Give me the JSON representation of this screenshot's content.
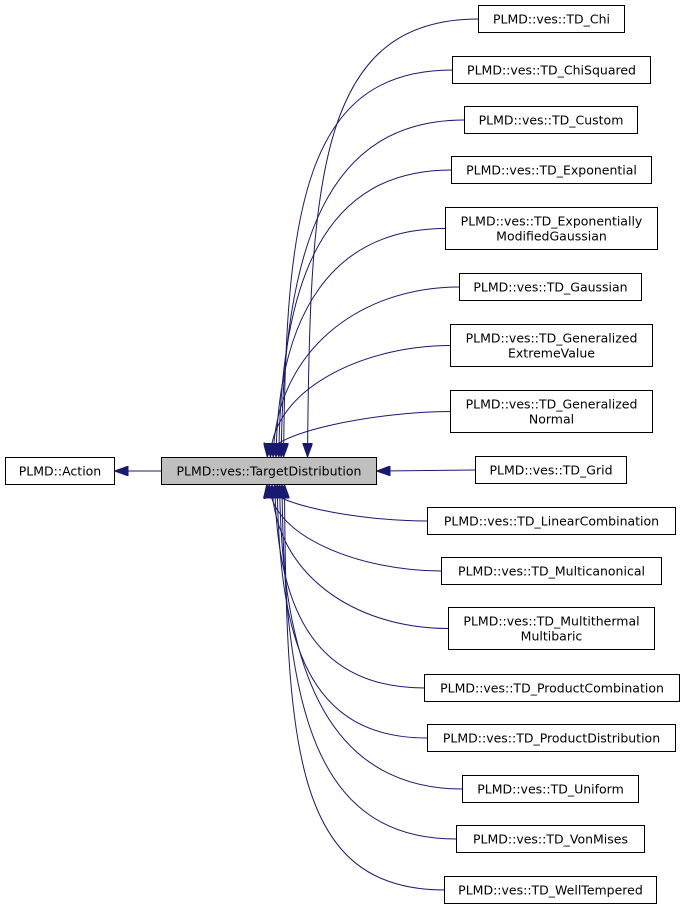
{
  "colors": {
    "edge": "#191970",
    "node_border": "#000000",
    "node_fill": "#ffffff",
    "focus_fill": "#bfbfbf"
  },
  "diagram": {
    "base": {
      "id": "action",
      "lines": [
        "PLMD::Action"
      ]
    },
    "focus": {
      "id": "targetdistribution",
      "lines": [
        "PLMD::ves::TargetDistribution"
      ]
    },
    "derived": [
      {
        "id": "td-chi",
        "lines": [
          "PLMD::ves::TD_Chi"
        ]
      },
      {
        "id": "td-chisquared",
        "lines": [
          "PLMD::ves::TD_ChiSquared"
        ]
      },
      {
        "id": "td-custom",
        "lines": [
          "PLMD::ves::TD_Custom"
        ]
      },
      {
        "id": "td-exponential",
        "lines": [
          "PLMD::ves::TD_Exponential"
        ]
      },
      {
        "id": "td-exponentially-modified-gaussian",
        "lines": [
          "PLMD::ves::TD_Exponentially",
          "ModifiedGaussian"
        ]
      },
      {
        "id": "td-gaussian",
        "lines": [
          "PLMD::ves::TD_Gaussian"
        ]
      },
      {
        "id": "td-generalized-extreme-value",
        "lines": [
          "PLMD::ves::TD_Generalized",
          "ExtremeValue"
        ]
      },
      {
        "id": "td-generalized-normal",
        "lines": [
          "PLMD::ves::TD_Generalized",
          "Normal"
        ]
      },
      {
        "id": "td-grid",
        "lines": [
          "PLMD::ves::TD_Grid"
        ]
      },
      {
        "id": "td-linear-combination",
        "lines": [
          "PLMD::ves::TD_LinearCombination"
        ]
      },
      {
        "id": "td-multicanonical",
        "lines": [
          "PLMD::ves::TD_Multicanonical"
        ]
      },
      {
        "id": "td-multithermal-multibaric",
        "lines": [
          "PLMD::ves::TD_Multithermal",
          "Multibaric"
        ]
      },
      {
        "id": "td-product-combination",
        "lines": [
          "PLMD::ves::TD_ProductCombination"
        ]
      },
      {
        "id": "td-product-distribution",
        "lines": [
          "PLMD::ves::TD_ProductDistribution"
        ]
      },
      {
        "id": "td-uniform",
        "lines": [
          "PLMD::ves::TD_Uniform"
        ]
      },
      {
        "id": "td-vonmises",
        "lines": [
          "PLMD::ves::TD_VonMises"
        ]
      },
      {
        "id": "td-welltempered",
        "lines": [
          "PLMD::ves::TD_WellTempered"
        ]
      }
    ]
  }
}
